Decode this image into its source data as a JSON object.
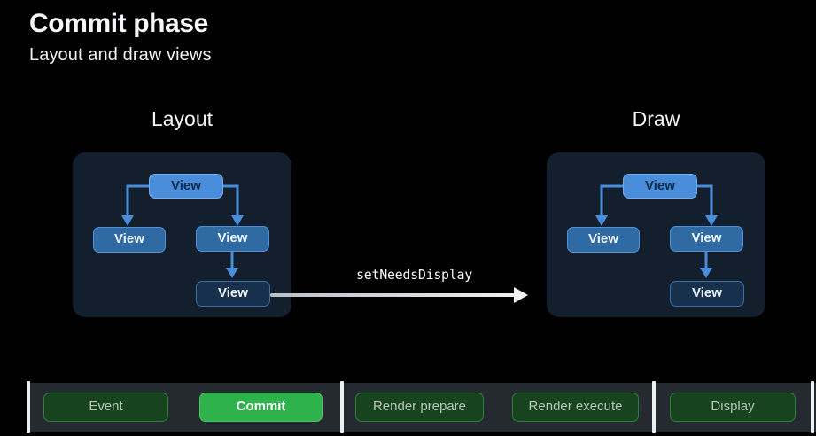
{
  "header": {
    "title": "Commit phase",
    "subtitle": "Layout and draw views"
  },
  "diagrams": {
    "layout": {
      "title": "Layout",
      "nodes": [
        "View",
        "View",
        "View",
        "View"
      ]
    },
    "draw": {
      "title": "Draw",
      "nodes": [
        "View",
        "View",
        "View",
        "View"
      ]
    }
  },
  "connector": {
    "label": "setNeedsDisplay"
  },
  "timeline": {
    "phases": [
      {
        "label": "Event",
        "active": false
      },
      {
        "label": "Commit",
        "active": true
      },
      {
        "label": "Render prepare",
        "active": false
      },
      {
        "label": "Render execute",
        "active": false
      },
      {
        "label": "Display",
        "active": false
      }
    ]
  },
  "colors": {
    "background": "#000000",
    "panel_navy": "#131f2c",
    "node_root_blue": "#4a8edb",
    "node_mid_blue": "#2f6aa3",
    "node_leaf_navy": "#17304e",
    "tree_arrow_blue": "#4a8edb",
    "flow_arrow_gray": "#eef0f2",
    "timeline_strip": "#252a31",
    "phase_inactive_green": "#18431f",
    "phase_active_green": "#2eb24c"
  }
}
